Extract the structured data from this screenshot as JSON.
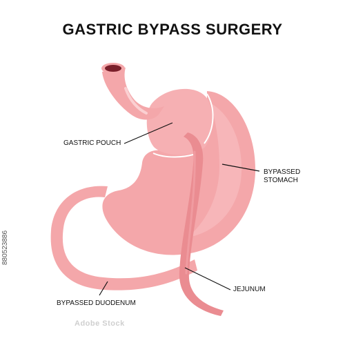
{
  "title": "GASTRIC BYPASS SURGERY",
  "labels": {
    "gastric_pouch": "GASTRIC POUCH",
    "bypassed_stomach_line1": "BYPASSED",
    "bypassed_stomach_line2": "STOMACH",
    "jejunum": "JEJUNUM",
    "bypassed_duodenum": "BYPASSED DUODENUM"
  },
  "image_id": "880523886",
  "stock_brand": "Adobe Stock",
  "colors": {
    "tissue": "#f4a7aa",
    "tissue_dark": "#ea8c91",
    "tissue_light": "#fbd0d2",
    "lumen": "#7a1f2a",
    "staple_line": "#ffffff",
    "leader": "#111111"
  }
}
